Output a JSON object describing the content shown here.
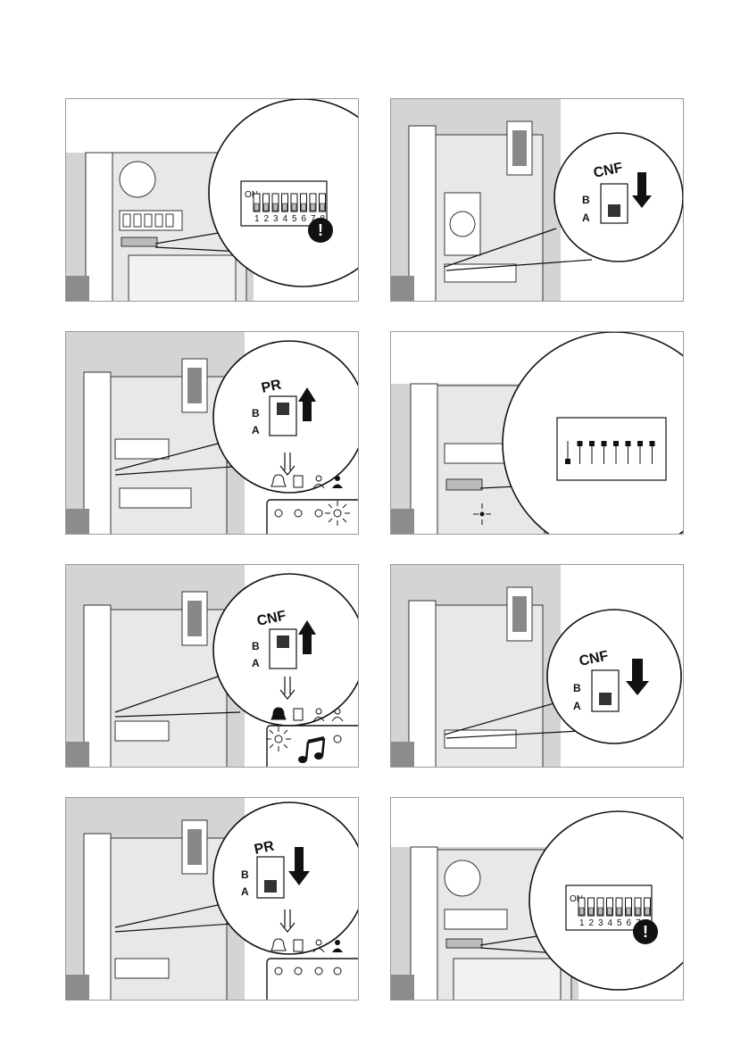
{
  "labels": {
    "cnf": "CNF",
    "pr": "PR",
    "b": "B",
    "a": "A",
    "on": "ON",
    "dip_numbers": [
      "1",
      "2",
      "3",
      "4",
      "5",
      "6",
      "7",
      "8"
    ],
    "warning_mark": "!"
  },
  "panels": [
    {
      "id": 1,
      "content": "dip-switch-8",
      "warning": true
    },
    {
      "id": 2,
      "content": "switch-cnf",
      "position": "A",
      "arrow": "down"
    },
    {
      "id": 3,
      "content": "switch-pr",
      "position": "B",
      "arrow": "up",
      "leds": "person-blinking"
    },
    {
      "id": 4,
      "content": "dip-diagram"
    },
    {
      "id": 5,
      "content": "switch-cnf",
      "position": "B",
      "arrow": "up",
      "leds": "bell-blinking",
      "tone": true
    },
    {
      "id": 6,
      "content": "switch-cnf",
      "position": "A",
      "arrow": "down"
    },
    {
      "id": 7,
      "content": "switch-pr",
      "position": "A",
      "arrow": "down",
      "leds": "all-off"
    },
    {
      "id": 8,
      "content": "dip-switch-8",
      "warning": true
    }
  ],
  "colors": {
    "ink": "#111111",
    "panel_grey": "#d4d4d4",
    "corner_tab": "#8c8c8c"
  }
}
